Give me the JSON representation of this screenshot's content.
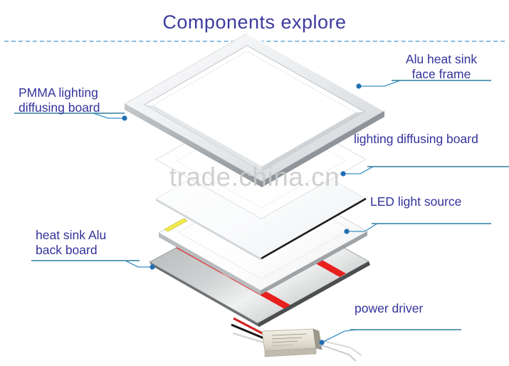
{
  "page": {
    "title": "Components explore",
    "watermark": "trade.china.cn",
    "background_color": "#ffffff",
    "label_color": "#33339c",
    "divider_color": "#8fbcdb",
    "leader_color": "#3a8fc0",
    "dot_color": "#1f6fb4"
  },
  "labels": {
    "alu_heat_sink_face_frame": {
      "line1": "Alu heat sink",
      "line2": "face frame"
    },
    "pmma_lighting_diffusing_board": {
      "line1": "PMMA lighting",
      "line2": "diffusing board"
    },
    "lighting_diffusing_board": {
      "line1": "lighting diffusing board"
    },
    "led_light_source": {
      "line1": "LED light source"
    },
    "heat_sink_alu_back_board": {
      "line1": "heat sink Alu",
      "line2": "back board"
    },
    "power_driver": {
      "line1": "power driver"
    }
  },
  "components": {
    "frame": {
      "name": "Alu heat sink face frame",
      "color": "#d7d9dc",
      "edge_color": "#9aa0a6"
    },
    "diffuser_top": {
      "name": "PMMA lighting diffusing board",
      "color": "#fbfbfc"
    },
    "diffuser_bottom": {
      "name": "lighting diffusing board",
      "color": "#fdfdfd"
    },
    "led_board": {
      "name": "LED light source",
      "color": "#ffffff",
      "accent_color": "#f2ea4c"
    },
    "back_board": {
      "name": "heat sink Alu back board",
      "color": "#b6b8b9",
      "strip_color": "#e8201d",
      "edge_color": "#2b2b2b"
    },
    "driver": {
      "name": "power driver",
      "color": "#e6e2d6",
      "wire_colors": [
        "#cf2020",
        "#1a1a1a",
        "#e8e8e8"
      ]
    }
  }
}
